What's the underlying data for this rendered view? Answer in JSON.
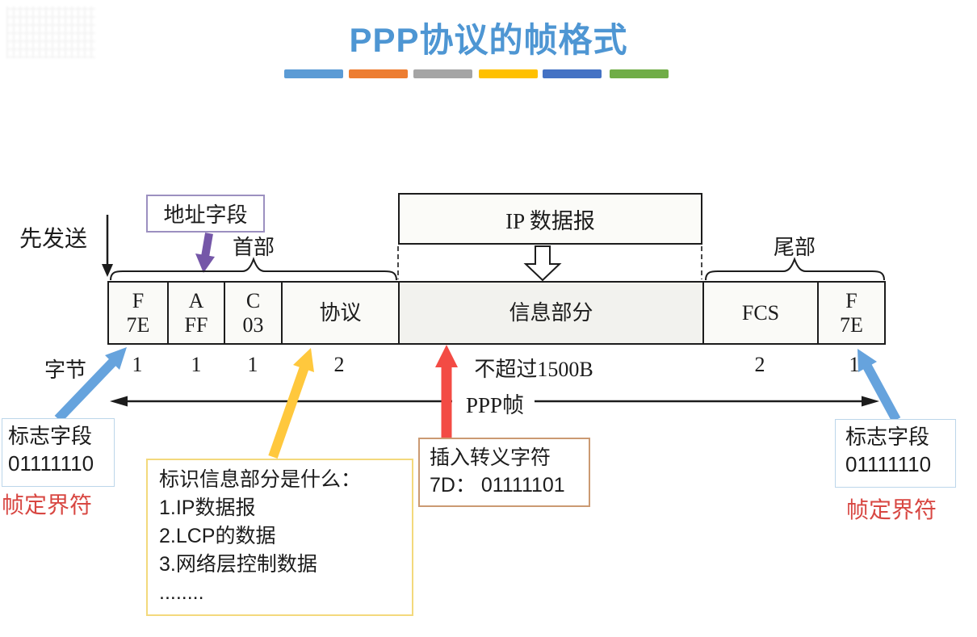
{
  "title": "PPP协议的帧格式",
  "colors": {
    "title_blue": "#4E96D3",
    "accent_bars": [
      "#5B9BD5",
      "#ED7D31",
      "#A5A5A5",
      "#FFC000",
      "#4472C4",
      "#70AD47"
    ],
    "arrow_blue": "#66A3DD",
    "arrow_yellow": "#FFC83D",
    "arrow_red": "#F34B44",
    "arrow_purple": "#7557A8",
    "red_label": "#D84742"
  },
  "diagram": {
    "send_first_label": "先发送",
    "address_field_label": "地址字段",
    "header_label": "首部",
    "trailer_label": "尾部",
    "ip_datagram_label": "IP 数据报",
    "bytes_label": "字节",
    "ppp_frame_label": "PPP帧",
    "cells": [
      {
        "line1": "F",
        "line2": "7E",
        "bytes": "1"
      },
      {
        "line1": "A",
        "line2": "FF",
        "bytes": "1"
      },
      {
        "line1": "C",
        "line2": "03",
        "bytes": "1"
      },
      {
        "label": "协议",
        "bytes": "2"
      },
      {
        "label": "信息部分",
        "bytes": "不超过1500B"
      },
      {
        "label": "FCS",
        "bytes": "2"
      },
      {
        "line1": "F",
        "line2": "7E",
        "bytes": "1"
      }
    ]
  },
  "annotations": {
    "flag_left": {
      "line1": "标志字段",
      "line2": "01111110",
      "caption": "帧定界符"
    },
    "flag_right": {
      "line1": "标志字段",
      "line2": "01111110",
      "caption": "帧定界符"
    },
    "protocol_note": {
      "lines": [
        "标识信息部分是什么：",
        "1.IP数据报",
        "2.LCP的数据",
        "3.网络层控制数据",
        "........"
      ]
    },
    "escape_note": {
      "line1": "插入转义字符",
      "line2": "7D： 01111101"
    }
  }
}
